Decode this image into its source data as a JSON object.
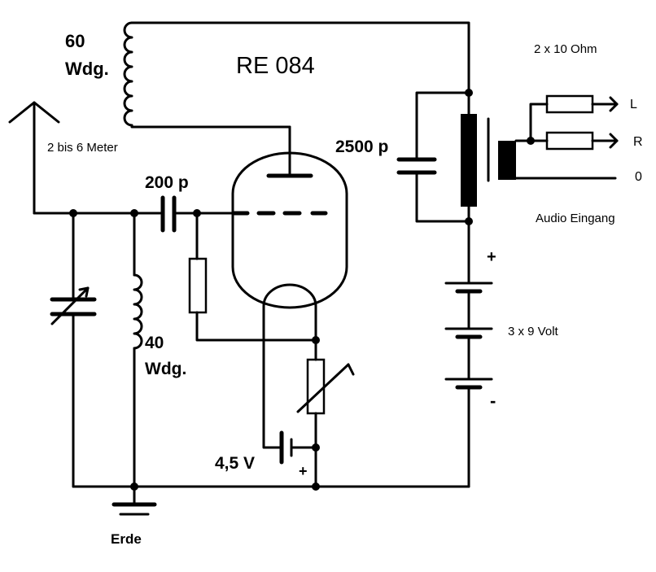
{
  "labels": {
    "tube": "RE 084",
    "coil_top_turns": "60",
    "coil_top_unit": "Wdg.",
    "antenna": "2 bis 6 Meter",
    "cap_grid": "200 p",
    "cap_plate": "2500 p",
    "coil_bottom_turns": "40",
    "coil_bottom_unit": "Wdg.",
    "heater_voltage": "4,5 V",
    "heater_plus": "+",
    "ground": "Erde",
    "resistors": "2 x 10 Ohm",
    "audio_l": "L",
    "audio_r": "R",
    "audio_0": "0",
    "audio_input": "Audio Eingang",
    "battery": "3 x 9 Volt",
    "battery_plus": "+",
    "battery_minus": "-"
  }
}
